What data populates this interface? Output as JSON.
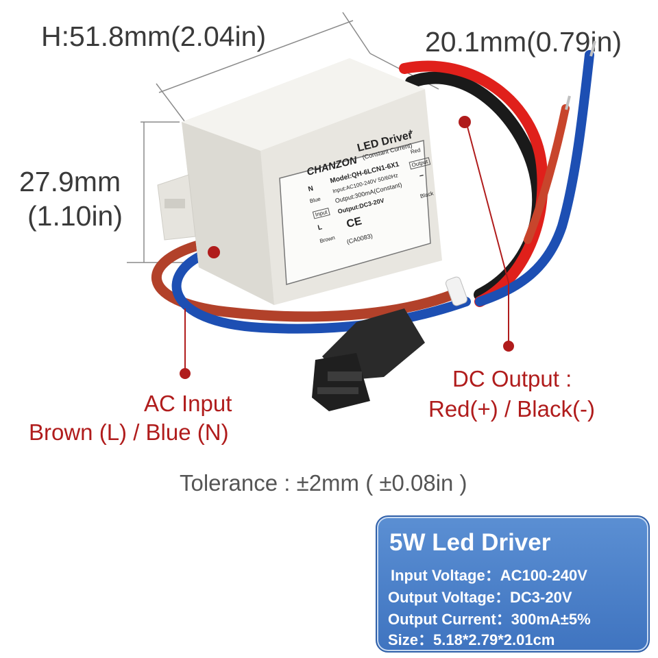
{
  "dimensions": {
    "height_label": "H:51.8mm(2.04in)",
    "depth_label": "20.1mm(0.79in)",
    "width_mm": "27.9mm",
    "width_in": "(1.10in)"
  },
  "product_label": {
    "brand": "CHANZON",
    "title": "LED Driver",
    "subtitle": "(Constant Current)",
    "model": "Model:QH-6LCN1-6X1",
    "input": "Input:AC100-240V 50/60Hz",
    "output_current": "Output:300mA(Constant)",
    "output_voltage": "Output:DC3-20V",
    "code": "(CA0083)",
    "n_label": "N",
    "blue_label": "Blue",
    "input_tag": "Input",
    "l_label": "L",
    "brown_label": "Brown",
    "plus": "+",
    "red_label": "Red",
    "output_tag": "Output",
    "minus": "−",
    "black_label": "Black",
    "ce_mark": "CE"
  },
  "callouts": {
    "ac_input_line1": "AC Input",
    "ac_input_line2": "Brown (L) / Blue (N)",
    "dc_output_line1": "DC Output :",
    "dc_output_line2": "Red(+) / Black(-)"
  },
  "tolerance": "Tolerance : ±2mm ( ±0.08in )",
  "spec_box": {
    "title": "5W Led Driver",
    "rows": [
      "Input Voltage：AC100-240V",
      "Output Voltage：DC3-20V",
      "Output Current：300mA±5%",
      "Size：5.18*2.79*2.01cm"
    ]
  },
  "colors": {
    "callout_red": "#b01c1c",
    "wire_red": "#e0201b",
    "wire_blue": "#1d4fb3",
    "wire_brown": "#b2412a",
    "wire_black": "#1a1a1a",
    "spec_blue": "#4a80c8"
  }
}
